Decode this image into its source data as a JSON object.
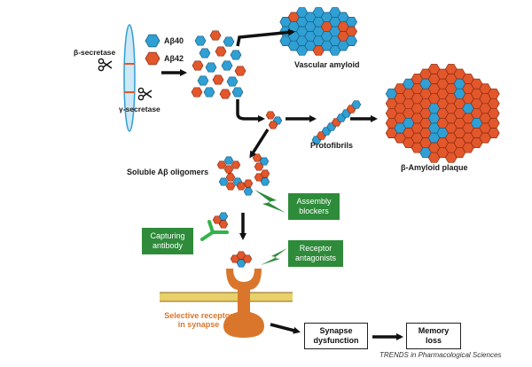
{
  "enzymes": {
    "beta": "β-secretase",
    "gamma": "γ-secretase"
  },
  "legend": {
    "ab40": "Aβ40",
    "ab42": "Aβ42"
  },
  "labels": {
    "vascular": "Vascular amyloid",
    "protofibrils": "Protofibrils",
    "plaque": "β-Amyloid plaque",
    "oligomers": "Soluble Aβ oligomers",
    "receptor_line1": "Selective receptor",
    "receptor_line2": "in synapse"
  },
  "boxes": {
    "assembly": [
      "Assembly",
      "blockers"
    ],
    "antibody": [
      "Capturing",
      "antibody"
    ],
    "antagonists": [
      "Receptor",
      "antagonists"
    ],
    "synapse": [
      "Synapse",
      "dysfunction"
    ],
    "memory": [
      "Memory",
      "loss"
    ]
  },
  "credit": "TRENDS in Pharmacological Sciences",
  "colors": {
    "blue": "#2f9fd4",
    "orange": "#e2572b",
    "green_box": "#2e8b3a",
    "receptor": "#d9762b",
    "membrane": "#e8d06a"
  }
}
